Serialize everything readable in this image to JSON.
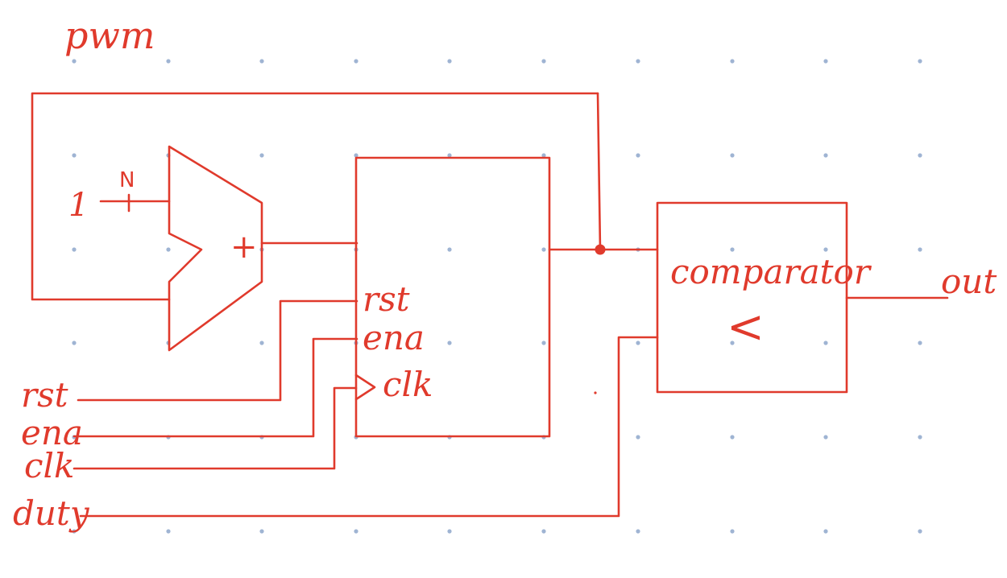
{
  "title": "pwm",
  "adder": {
    "constant": "1",
    "width": "N",
    "op": "+"
  },
  "register": {
    "ports": [
      "rst",
      "ena",
      "clk"
    ]
  },
  "comparator": {
    "name": "comparator",
    "op": "<"
  },
  "inputs": [
    "rst",
    "ena",
    "clk",
    "duty"
  ],
  "output": "out",
  "colors": {
    "ink": "#e03a2c",
    "grid": "#9fb4d3"
  }
}
